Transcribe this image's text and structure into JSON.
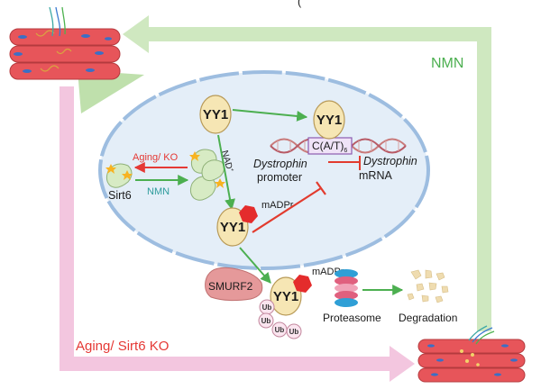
{
  "labels": {
    "nmn_top": "NMN",
    "aging_sirt6_ko": "Aging/ Sirt6 KO",
    "aging_ko": "Aging/ KO",
    "nmn_inner": "NMN",
    "sirt6": "Sirt6",
    "nad": "NAD",
    "nad_sup": "+",
    "mad_pr_1": "mADPr",
    "mad_pr_2": "mADPr",
    "yy1_top": "YY1",
    "yy1_dna": "YY1",
    "yy1_mid": "YY1",
    "yy1_bottom": "YY1",
    "motif": "C(A/T)",
    "motif_sub": "6",
    "dystrophin_promoter_1": "Dystrophin",
    "dystrophin_promoter_2": "promoter",
    "dystrophin_mrna_1": "Dystrophin",
    "dystrophin_mrna_2": "mRNA",
    "smurf2": "SMURF2",
    "ub": "Ub",
    "proteasome": "Proteasome",
    "degradation": "Degradation",
    "top_cut": "("
  },
  "colors": {
    "nmn_green": "#4caf50",
    "aging_red": "#e53935",
    "green_arrow_bg": "#cfe8c0",
    "pink_arrow_bg": "#f3c6df",
    "nucleus_fill": "#e4eef8",
    "nucleus_border": "#9dbde0",
    "yy1_fill": "#f6e6b4",
    "yy1_stroke": "#b89a58",
    "sirt6_fill": "#d7ebc4",
    "inhibit_red": "#e23b2e",
    "mad_pr_red": "#e42c2c",
    "smurf2_fill": "#e5999a",
    "ub_fill": "#fbe5ef",
    "ub_stroke": "#c3889e",
    "degradation_fill": "#efdcb0"
  }
}
